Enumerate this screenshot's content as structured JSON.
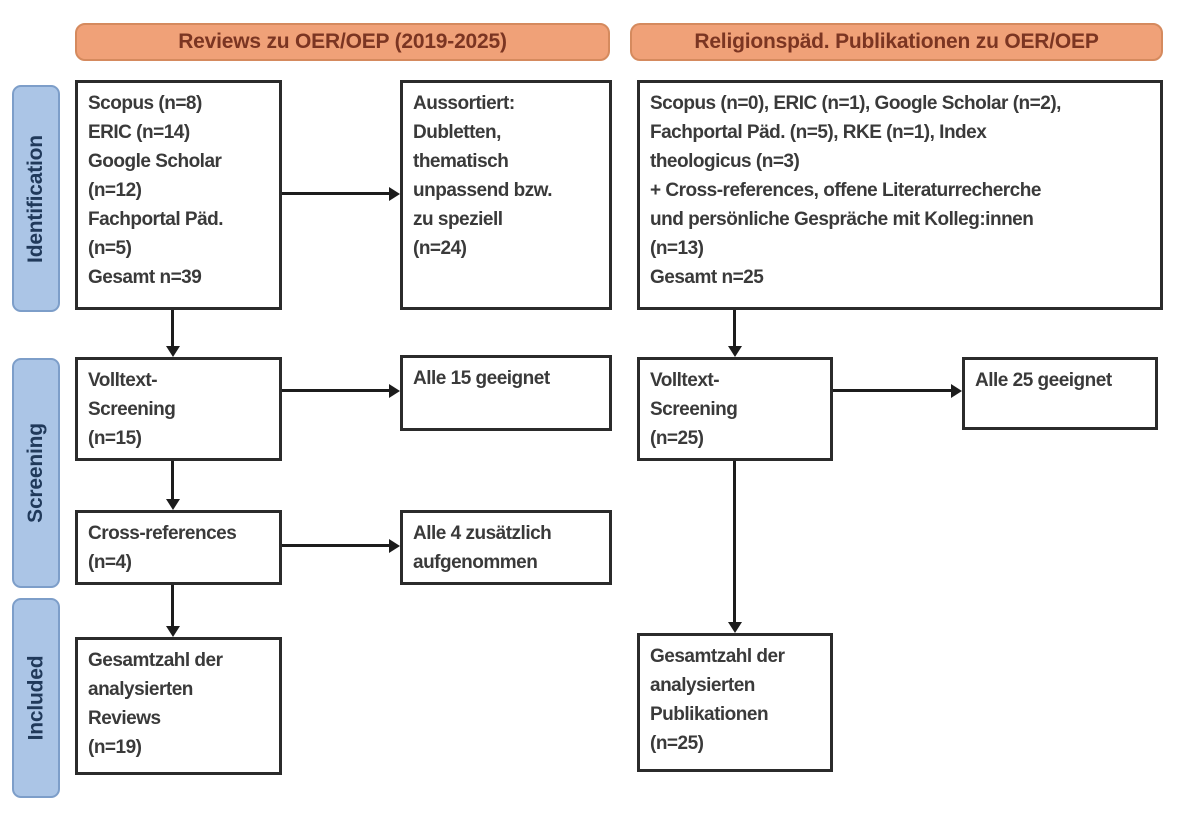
{
  "diagram": {
    "headers": {
      "left": "Reviews zu OER/OEP (2019-2025)",
      "right": "Religionspäd. Publikationen zu OER/OEP"
    },
    "stages": [
      {
        "label": "Identification"
      },
      {
        "label": "Screening"
      },
      {
        "label": "Included"
      }
    ],
    "boxes": {
      "left_sources": "Scopus (n=8)\nERIC (n=14)\nGoogle Scholar\n(n=12)\nFachportal Päd.\n(n=5)\nGesamt n=39",
      "left_excluded": "Aussortiert:\nDubletten,\nthematisch\nunpassend bzw.\nzu speziell\n(n=24)",
      "left_fulltext": "Volltext-\nScreening\n(n=15)",
      "left_eligible": "Alle 15 geeignet",
      "left_crossref": "Cross-references\n(n=4)",
      "left_added": "Alle 4 zusätzlich\naufgenommen",
      "left_included": "Gesamtzahl der\nanalysierten\nReviews\n(n=19)",
      "right_sources": "Scopus (n=0), ERIC (n=1), Google Scholar (n=2),\nFachportal Päd. (n=5), RKE (n=1), Index\ntheologicus (n=3)\n+ Cross-references, offene Literaturrecherche\nund persönliche Gespräche mit Kolleg:innen\n(n=13)\nGesamt n=25",
      "right_fulltext": "Volltext-\nScreening\n(n=25)",
      "right_eligible": "Alle 25 geeignet",
      "right_included": "Gesamtzahl der\nanalysierten\nPublikationen\n(n=25)"
    },
    "colors": {
      "header_fill": "#f0a178",
      "header_border": "#d58a5e",
      "header_text": "#7b3522",
      "stage_fill": "#abc5e6",
      "stage_border": "#7d9ec9",
      "stage_text": "#20395a",
      "box_border": "#2b2b2b",
      "box_text": "#3a3a3a",
      "arrow": "#1c1c1c",
      "bg": "#ffffff"
    }
  }
}
